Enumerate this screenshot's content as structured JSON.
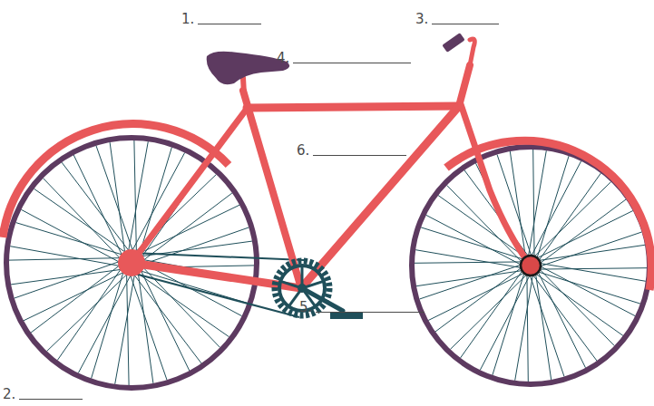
{
  "diagram": {
    "labels": [
      "1.",
      "3.",
      "4.",
      "6.",
      "5.",
      "2."
    ]
  }
}
